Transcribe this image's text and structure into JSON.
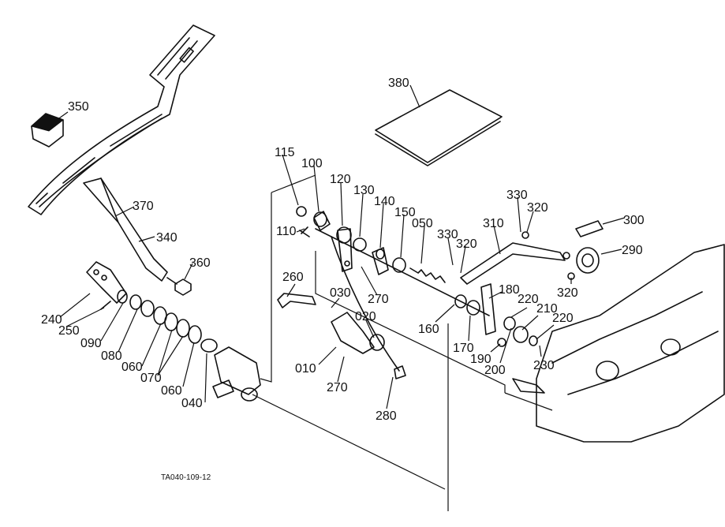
{
  "figure_ref": "TA040-109-12",
  "callouts": {
    "c350": "350",
    "c370": "370",
    "c340": "340",
    "c360": "360",
    "c240": "240",
    "c250": "250",
    "c090": "090",
    "c080": "080",
    "c060a": "060",
    "c070": "070",
    "c060b": "060",
    "c040": "040",
    "c380": "380",
    "c115": "115",
    "c100": "100",
    "c120": "120",
    "c130": "130",
    "c140": "140",
    "c150": "150",
    "c050": "050",
    "c330a": "330",
    "c320a": "320",
    "c310": "310",
    "c330b": "330",
    "c320b": "320",
    "c300": "300",
    "c290": "290",
    "c320c": "320",
    "c110": "110",
    "c260": "260",
    "c270a": "270",
    "c030": "030",
    "c020": "020",
    "c010": "010",
    "c270b": "270",
    "c280": "280",
    "c160": "160",
    "c170": "170",
    "c180": "180",
    "c190": "190",
    "c200": "200",
    "c210": "210",
    "c220a": "220",
    "c220b": "220",
    "c230": "230"
  }
}
